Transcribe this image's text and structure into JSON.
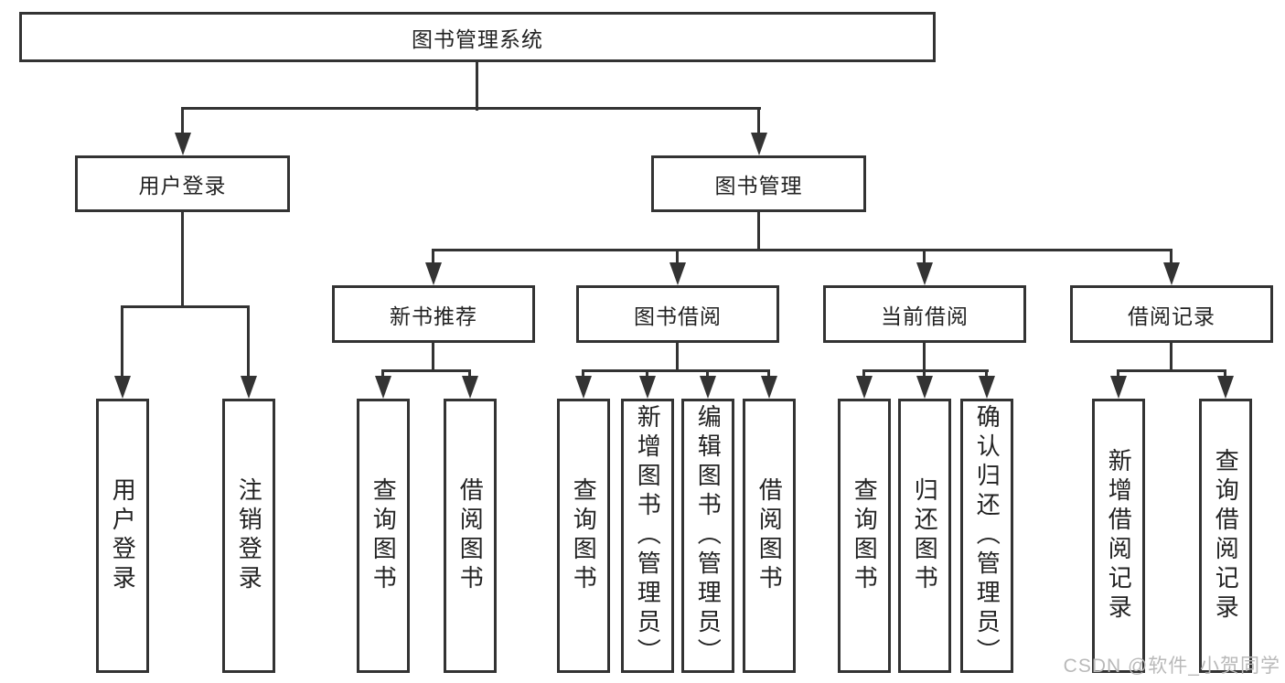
{
  "title": "图书管理系统",
  "tree": {
    "root": "图书管理系统",
    "branches": [
      {
        "label": "用户登录",
        "children": [
          "用户登录",
          "注销登录"
        ]
      },
      {
        "label": "图书管理",
        "groups": [
          {
            "label": "新书推荐",
            "children": [
              "查询图书",
              "借阅图书"
            ]
          },
          {
            "label": "图书借阅",
            "children": [
              "查询图书",
              "新增图书（管理员）",
              "编辑图书（管理员）",
              "借阅图书"
            ]
          },
          {
            "label": "当前借阅",
            "children": [
              "查询图书",
              "归还图书",
              "确认归还（管理员）"
            ]
          },
          {
            "label": "借阅记录",
            "children": [
              "新增借阅记录",
              "查询借阅记录"
            ]
          }
        ]
      }
    ]
  },
  "watermark": {
    "text": "CSDN @软件_小贺同学"
  },
  "colors": {
    "line": "#333333",
    "text": "#222222",
    "watermark": "#b9b9b9",
    "background": "#ffffff"
  }
}
